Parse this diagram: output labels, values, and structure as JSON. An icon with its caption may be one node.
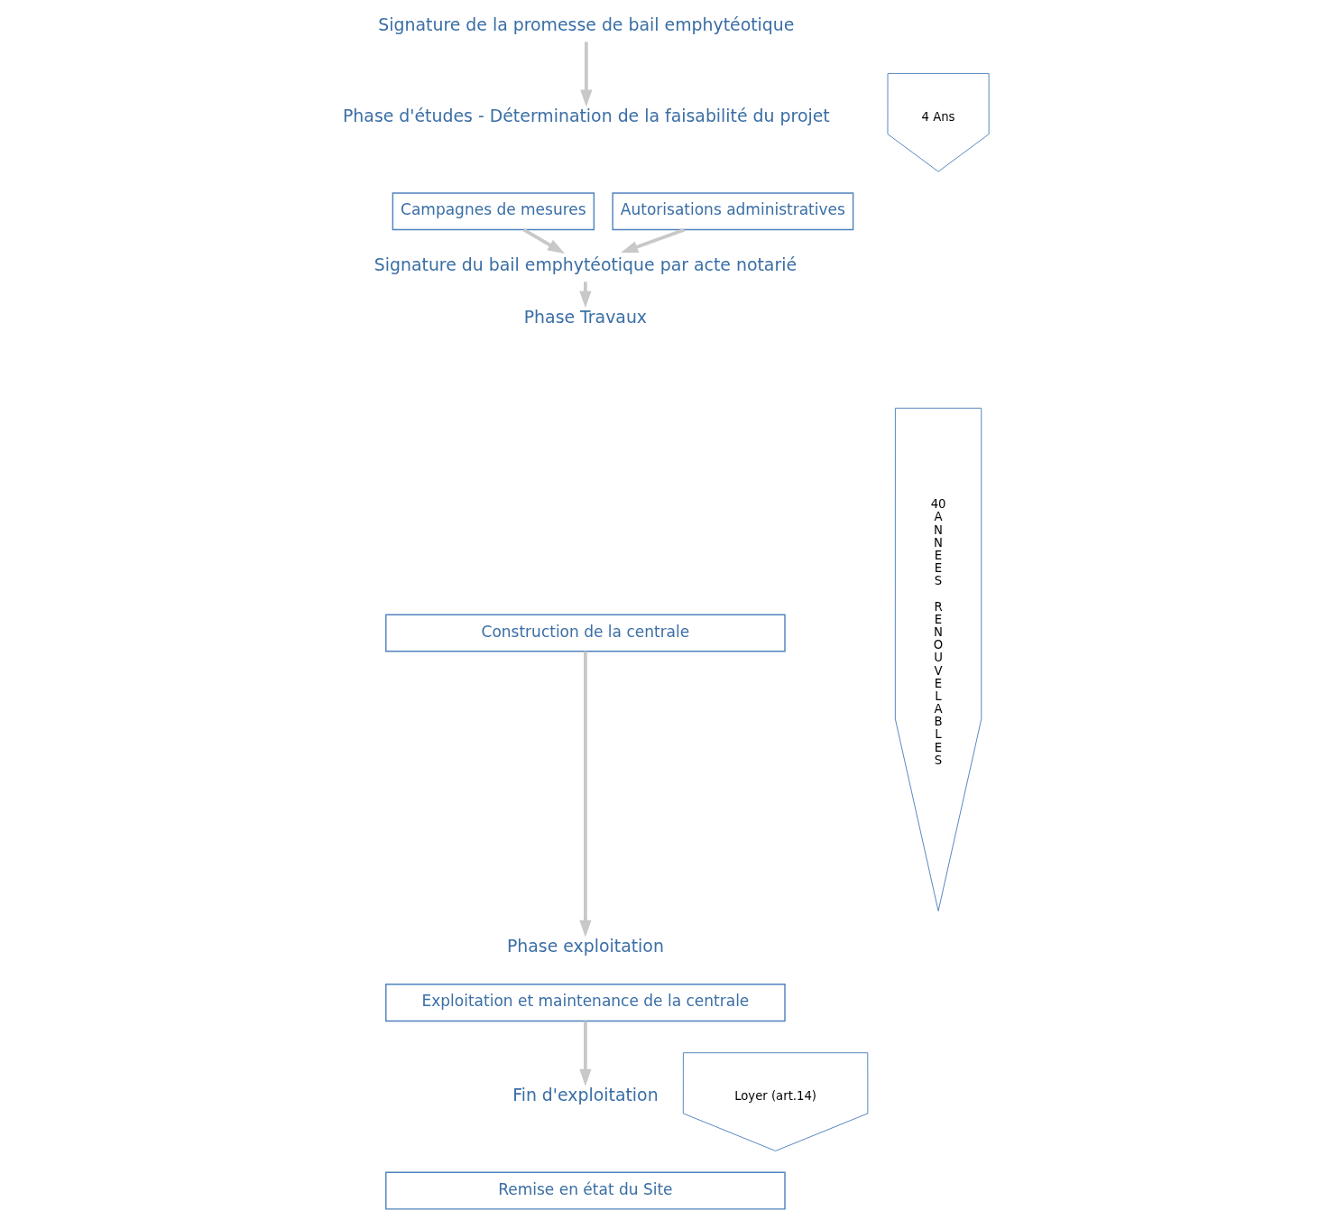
{
  "diagram": {
    "nodes": [
      {
        "text": [
          "Signature de la promesse de bail emphytéotique"
        ]
      },
      {
        "text": [
          "Phase d'études - Détermination de la faisabilité du projet"
        ]
      },
      {
        "text": [
          "Campagnes de mesures"
        ]
      },
      {
        "text": [
          "Autorisations administratives"
        ]
      },
      {
        "text": [
          "Signature du bail emphytéotique par acte notarié"
        ]
      },
      {
        "text": [
          "Phase Travaux"
        ]
      },
      {
        "text": [
          "Construction de la centrale"
        ]
      },
      {
        "text": [
          "Phase exploitation"
        ]
      },
      {
        "text": [
          "Exploitation et maintenance de la centrale"
        ]
      },
      {
        "text": [
          "Fin d'exploitation"
        ]
      },
      {
        "text": [
          "Remise en état du Site"
        ]
      },
      {
        "text": [
          "4 Ans"
        ]
      },
      {
        "text": [
          "40",
          "ANNEES RENOUVELABLES"
        ]
      },
      {
        "text": [
          "Loyer (art.14)"
        ]
      }
    ],
    "edges": [
      {
        "from": 0,
        "to": 1,
        "arrow": "to"
      },
      {
        "from": 2,
        "to": 4,
        "arrow": "to"
      },
      {
        "from": 3,
        "to": 4,
        "arrow": "to"
      },
      {
        "from": 4,
        "to": 5,
        "arrow": "to"
      },
      {
        "from": 6,
        "to": 7,
        "arrow": "to"
      },
      {
        "from": 8,
        "to": 9,
        "arrow": "to"
      }
    ]
  }
}
